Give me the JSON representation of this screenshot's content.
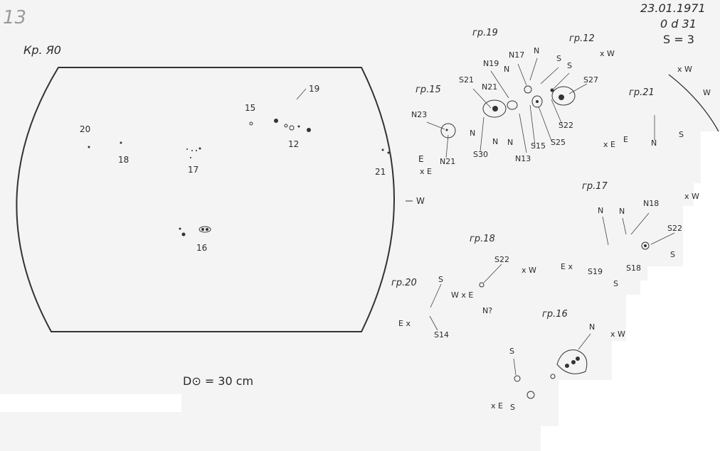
{
  "sheet_number": "13",
  "header_label": "Кр. Я0",
  "date": "23.01.1971",
  "time": "0 d 31",
  "seeing": "S = 3",
  "disk_diameter": "D⊙ = 30 cm",
  "disk": {
    "group_numbers": [
      "20",
      "18",
      "17",
      "15",
      "19",
      "12",
      "21",
      "16"
    ],
    "directions": {
      "east": "E",
      "west": "W"
    }
  },
  "groups": [
    {
      "label": "гр.19"
    },
    {
      "label": "гр.12"
    },
    {
      "label": "гр.15"
    },
    {
      "label": "гр.21"
    },
    {
      "label": "гр.17"
    },
    {
      "label": "гр.18"
    },
    {
      "label": "гр.20"
    },
    {
      "label": "гр.16"
    }
  ],
  "polarity_labels": [
    "N23",
    "N21",
    "N",
    "S21",
    "N19",
    "N17",
    "N",
    "N21",
    "N",
    "S",
    "S",
    "S27",
    "S22",
    "S25",
    "S15",
    "N13",
    "N",
    "N",
    "S30",
    "E",
    "N",
    "S",
    "W",
    "N",
    "N",
    "N18",
    "S22",
    "S",
    "S19",
    "S",
    "S18",
    "S22",
    "N?",
    "S",
    "S14",
    "N",
    "S",
    "S"
  ],
  "compass_marks": [
    "x W",
    "x E",
    "x W",
    "x E",
    "x W",
    "W x E",
    "x W",
    "E x",
    "E x",
    "x W",
    "x E"
  ]
}
